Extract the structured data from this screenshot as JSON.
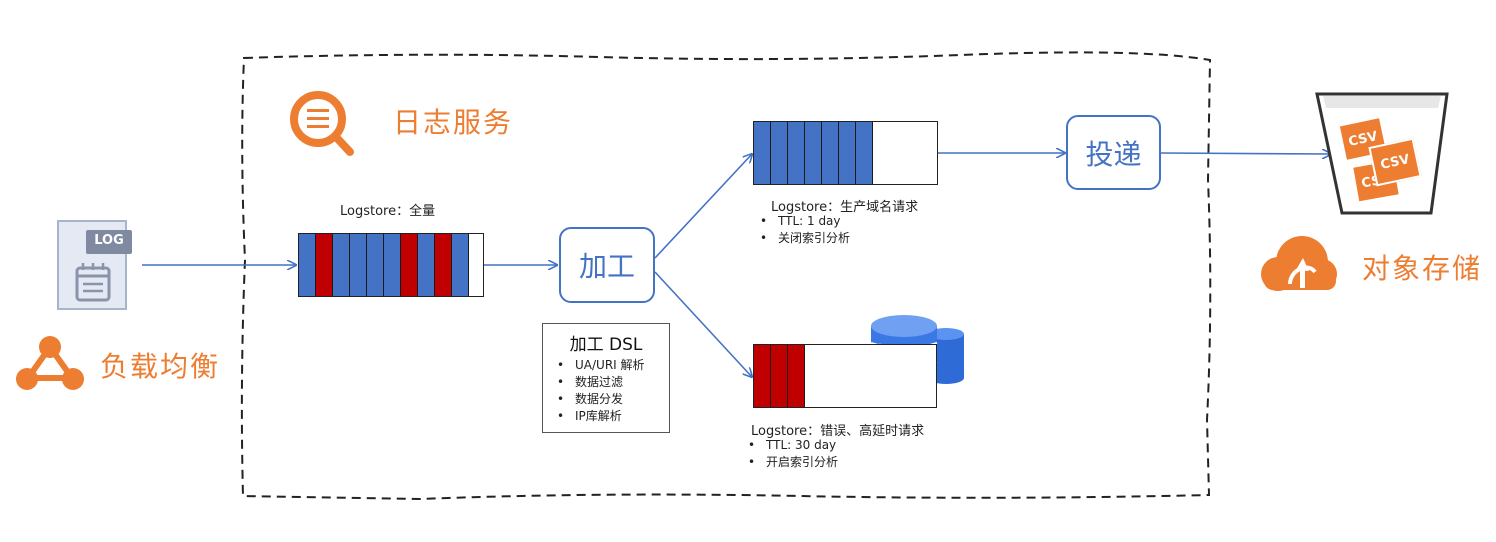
{
  "service": {
    "title": "日志服务"
  },
  "source": {
    "log_badge": "LOG",
    "lb_label": "负载均衡"
  },
  "storage": {
    "title": "对象存储",
    "csv": [
      "CSV",
      "CSV",
      "CSV"
    ]
  },
  "nodes": {
    "process": "加工",
    "deliver": "投递"
  },
  "logstore_all": {
    "title": "Logstore：全量",
    "cells": [
      "blue",
      "red",
      "blue",
      "blue",
      "blue",
      "blue",
      "red",
      "blue",
      "red",
      "blue",
      "empty"
    ]
  },
  "dsl": {
    "title": "加工 DSL",
    "items": [
      "UA/URI 解析",
      "数据过滤",
      "数据分发",
      "IP库解析"
    ]
  },
  "logstore_prod": {
    "title": "Logstore：生产域名请求",
    "items": [
      "TTL: 1 day",
      "关闭索引分析"
    ],
    "cells": [
      "blue",
      "blue",
      "blue",
      "blue",
      "blue",
      "blue",
      "blue",
      "empty"
    ]
  },
  "logstore_err": {
    "title": "Logstore：错误、高延时请求",
    "items": [
      "TTL: 30 day",
      "开启索引分析"
    ],
    "cells": [
      "red",
      "red",
      "red",
      "empty"
    ]
  },
  "colors": {
    "accent": "#ED7D31",
    "flow": "#4472C4",
    "queue_blue": "#4472C4",
    "queue_red": "#C00000",
    "database": "#3A78E6"
  }
}
